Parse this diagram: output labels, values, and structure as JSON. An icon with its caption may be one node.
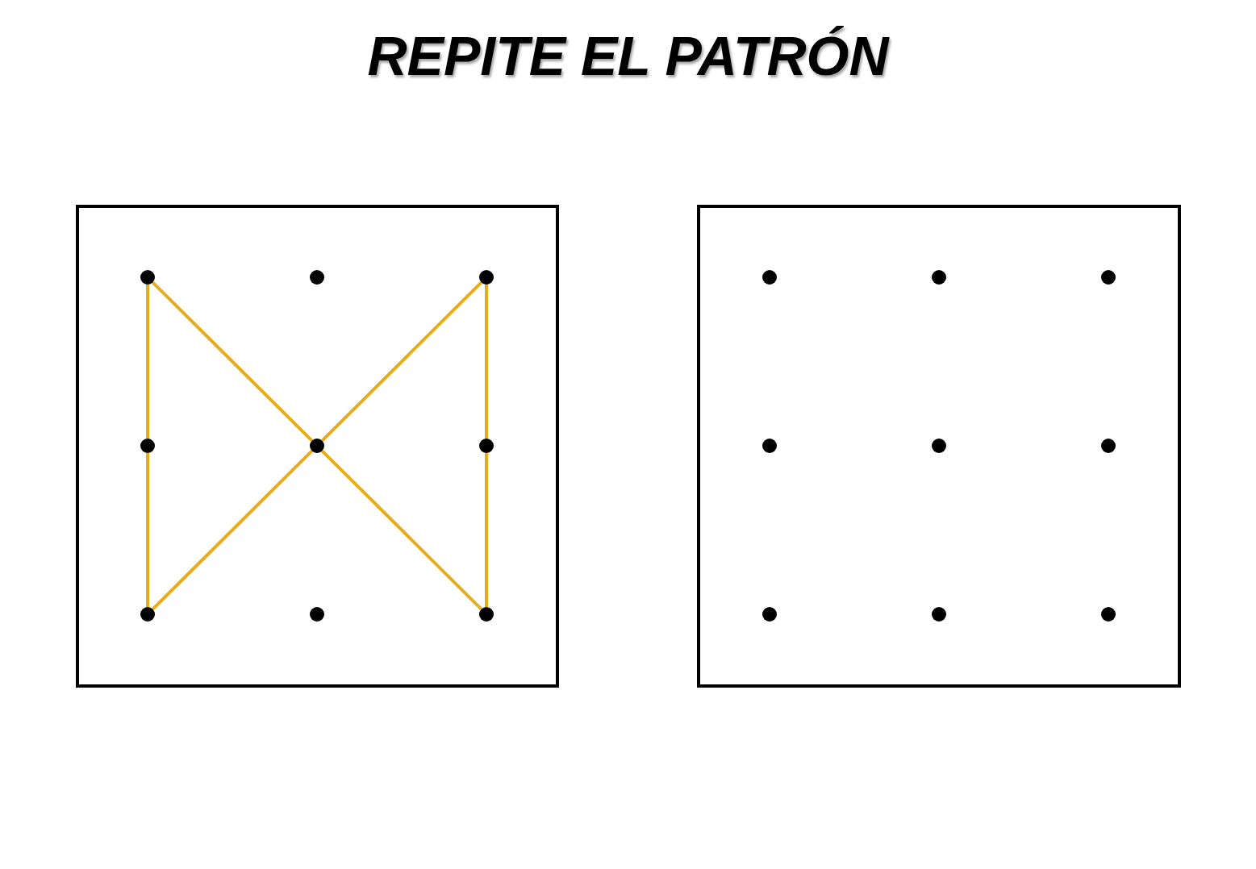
{
  "diagram": {
    "title": "REPITE EL PATRÓN",
    "nodes": [
      {
        "text": [],
        "shape": "box"
      },
      {
        "text": [],
        "shape": "circle",
        "in": 0
      },
      {
        "text": [],
        "shape": "circle",
        "in": 0
      },
      {
        "text": [],
        "shape": "circle",
        "in": 0
      },
      {
        "text": [],
        "shape": "circle",
        "in": 0
      },
      {
        "text": [],
        "shape": "circle",
        "in": 0
      },
      {
        "text": [],
        "shape": "circle",
        "in": 0
      },
      {
        "text": [],
        "shape": "circle",
        "in": 0
      },
      {
        "text": [],
        "shape": "circle",
        "in": 0
      },
      {
        "text": [],
        "shape": "circle",
        "in": 0
      },
      {
        "text": [],
        "shape": "box"
      },
      {
        "text": [],
        "shape": "circle",
        "in": 10
      },
      {
        "text": [],
        "shape": "circle",
        "in": 10
      },
      {
        "text": [],
        "shape": "circle",
        "in": 10
      },
      {
        "text": [],
        "shape": "circle",
        "in": 10
      },
      {
        "text": [],
        "shape": "circle",
        "in": 10
      },
      {
        "text": [],
        "shape": "circle",
        "in": 10
      },
      {
        "text": [],
        "shape": "circle",
        "in": 10
      },
      {
        "text": [],
        "shape": "circle",
        "in": 10
      },
      {
        "text": [],
        "shape": "circle",
        "in": 10
      }
    ],
    "edges": [
      {
        "from": 1,
        "to": 4,
        "arrow": "none"
      },
      {
        "from": 4,
        "to": 7,
        "arrow": "none"
      },
      {
        "from": 7,
        "to": 5,
        "arrow": "none"
      },
      {
        "from": 5,
        "to": 3,
        "arrow": "none"
      },
      {
        "from": 3,
        "to": 6,
        "arrow": "none"
      },
      {
        "from": 6,
        "to": 9,
        "arrow": "none"
      },
      {
        "from": 9,
        "to": 5,
        "arrow": "none"
      },
      {
        "from": 5,
        "to": 1,
        "arrow": "none"
      }
    ]
  }
}
